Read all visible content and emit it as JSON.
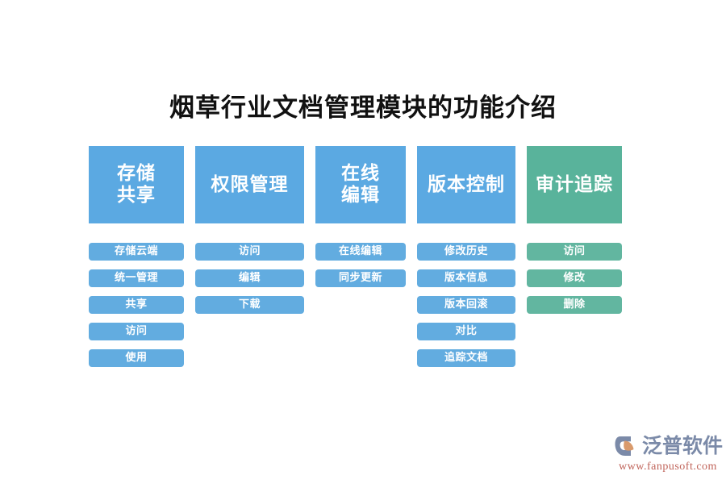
{
  "title": "烟草行业文档管理模块的功能介绍",
  "colors": {
    "header_blue": "#5BA9E2",
    "header_green": "#59B39B",
    "sub_blue": "#62ACE0",
    "sub_green": "#62B6A0",
    "title_text": "#111111",
    "background": "#FFFFFF",
    "logo_word": "#7B8AA8",
    "logo_url": "#C0645A",
    "logo_accent": "#D99A6C"
  },
  "columns": [
    {
      "header_lines": [
        "存储",
        "共享"
      ],
      "accent": "blue",
      "items": [
        "存储云端",
        "统一管理",
        "共享",
        "访问",
        "使用"
      ]
    },
    {
      "header_lines": [
        "权限管理"
      ],
      "accent": "blue",
      "items": [
        "访问",
        "编辑",
        "下载"
      ]
    },
    {
      "header_lines": [
        "在线",
        "编辑"
      ],
      "accent": "blue",
      "items": [
        "在线编辑",
        "同步更新"
      ]
    },
    {
      "header_lines": [
        "版本控制"
      ],
      "accent": "blue",
      "items": [
        "修改历史",
        "版本信息",
        "版本回滚",
        "对比",
        "追踪文档"
      ]
    },
    {
      "header_lines": [
        "审计追踪"
      ],
      "accent": "green",
      "items": [
        "访问",
        "修改",
        "删除"
      ]
    }
  ],
  "logo": {
    "word": "泛普软件",
    "url": "www.fanpusoft.com",
    "mark_name": "fanpu-logo-mark"
  }
}
